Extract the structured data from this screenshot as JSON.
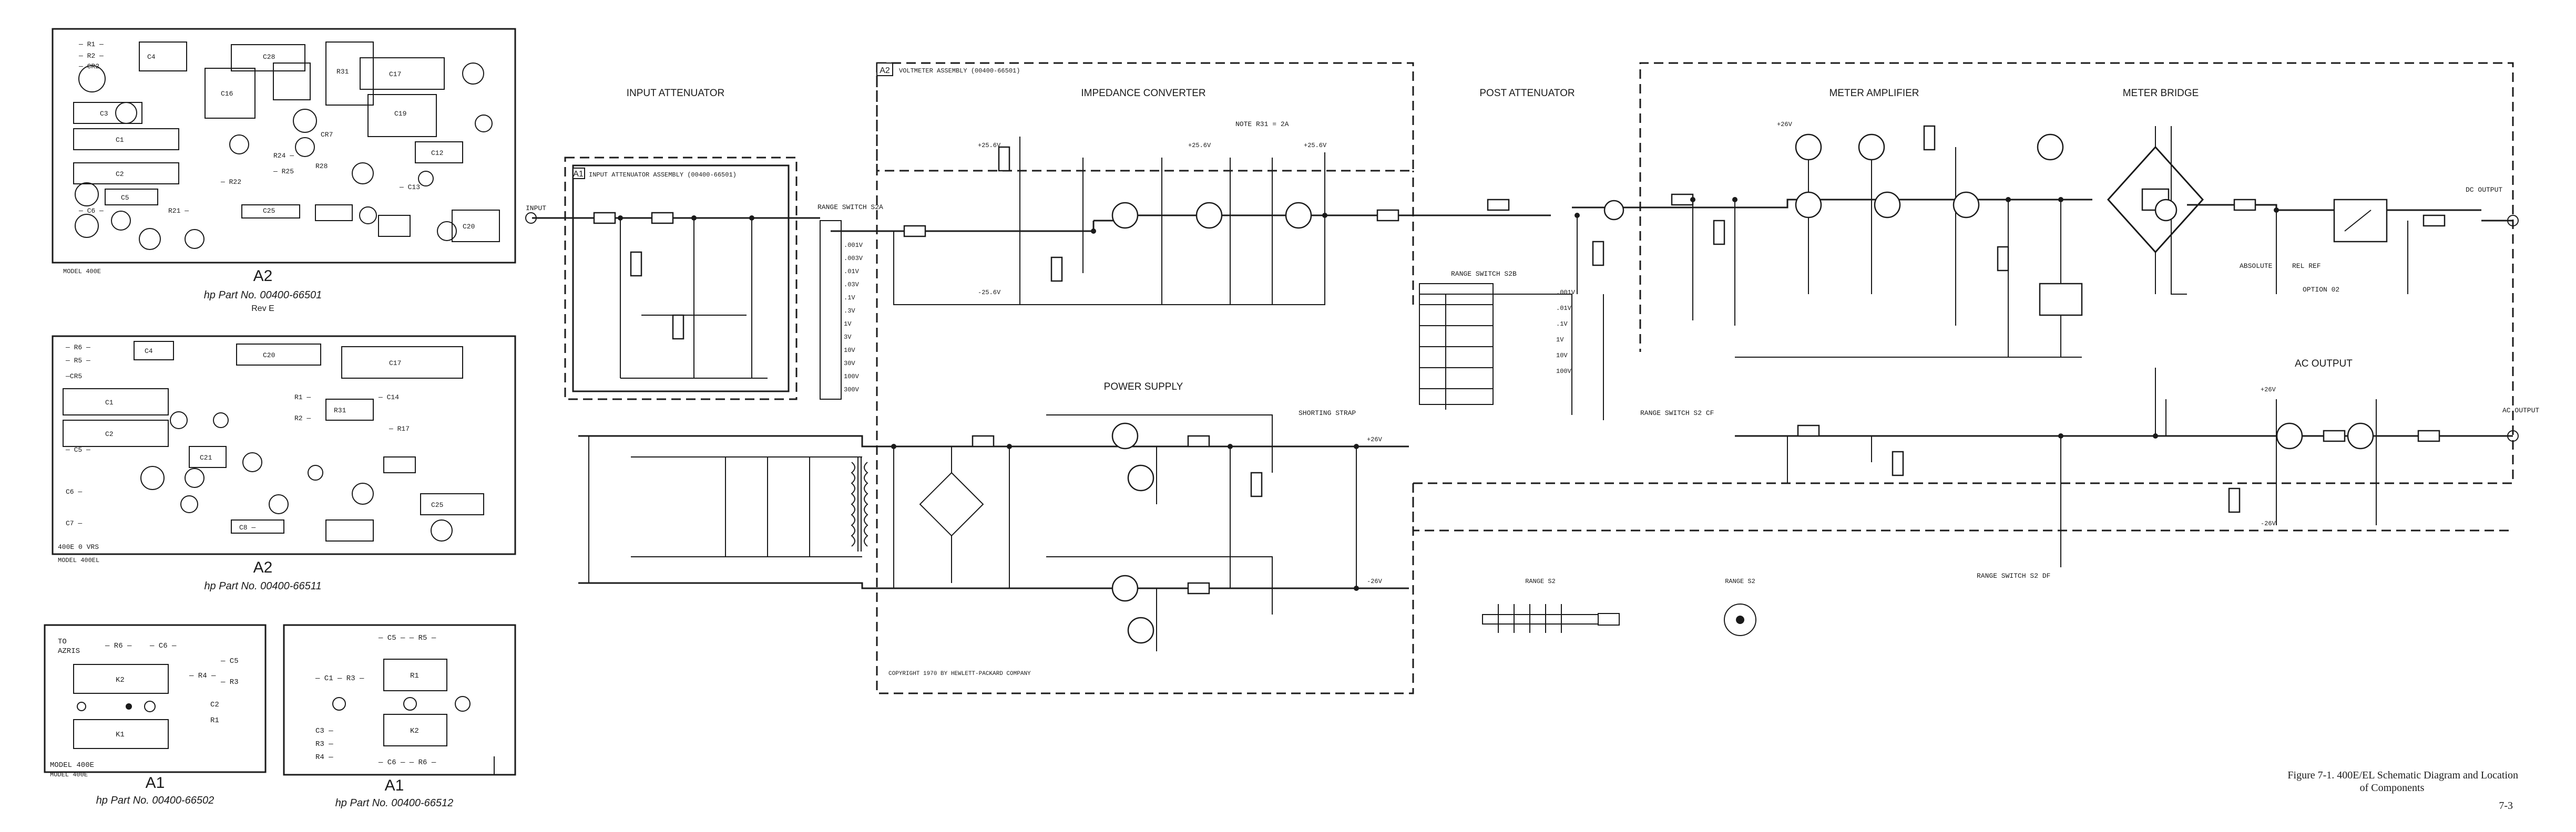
{
  "schematic": {
    "sections": {
      "input_attenuator": "INPUT ATTENUATOR",
      "impedance_converter": "IMPEDANCE CONVERTER",
      "post_attenuator": "POST ATTENUATOR",
      "meter_amplifier": "METER AMPLIFIER",
      "meter_bridge": "METER BRIDGE",
      "power_supply": "POWER SUPPLY",
      "ac_output": "AC OUTPUT"
    },
    "assemblies": {
      "a1_tag": "A1",
      "a1_title": "INPUT ATTENUATOR ASSEMBLY (00400-66501)",
      "a2_tag": "A2",
      "a2_title": "VOLTMETER ASSEMBLY (00400-66501)"
    },
    "labels": {
      "range_switch_s2a": "RANGE SWITCH S2A",
      "range_switch_s2b": "RANGE SWITCH S2B",
      "range_switch_s2cf": "RANGE SWITCH S2 CF",
      "range_switch_s2df": "RANGE SWITCH S2 DF",
      "input": "INPUT",
      "dc_output": "DC OUTPUT",
      "ac_output_jack": "AC OUTPUT",
      "note": "NOTE R31 = 2A",
      "absolute": "ABSOLUTE",
      "rel_ref": "REL REF",
      "option": "OPTION 02",
      "copyright": "COPYRIGHT 1970 BY HEWLETT-PACKARD COMPANY",
      "shorting_strap": "SHORTING STRAP",
      "range_s2_left": "RANGE S2",
      "range_s2_right": "RANGE S2"
    },
    "range_steps": [
      ".001V",
      ".003V",
      ".01V",
      ".03V",
      ".1V",
      ".3V",
      "1V",
      "3V",
      "10V",
      "30V",
      "100V",
      "300V"
    ],
    "supply_rails": [
      "+25.6V",
      "-25.6V",
      "+26V",
      "-26V"
    ]
  },
  "component_views": [
    {
      "title": "A2",
      "part": "hp Part No. 00400-66501",
      "rev": "Rev E",
      "model": "MODEL 400E"
    },
    {
      "title": "A2",
      "part": "hp Part No. 00400-66511",
      "model": "MODEL 400EL"
    },
    {
      "title": "A1",
      "part": "hp Part No. 00400-66502",
      "model": "MODEL 400E"
    },
    {
      "title": "A1",
      "part": "hp Part No. 00400-66512"
    }
  ],
  "footer": {
    "caption_line1": "Figure 7-1.  400E/EL Schematic Diagram and Location",
    "caption_line2": "of Components",
    "page": "7-3"
  }
}
